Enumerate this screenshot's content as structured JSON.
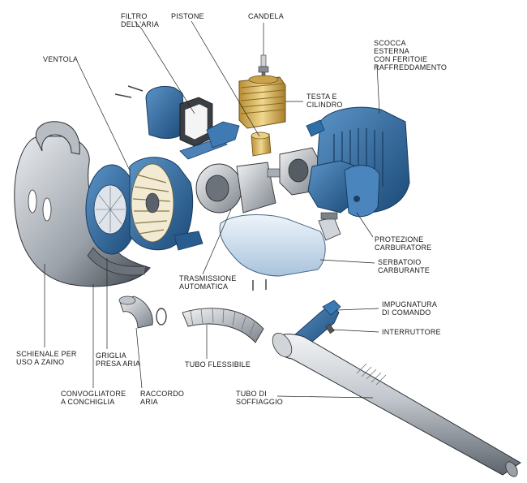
{
  "labels": {
    "filtro": [
      "FILTRO",
      "DELL'ARIA"
    ],
    "pistone": [
      "PISTONE"
    ],
    "candela": [
      "CANDELA"
    ],
    "scocca": [
      "SCOCCA",
      "ESTERNA",
      "CON FERITOIE",
      "RAFFREDDAMENTO"
    ],
    "ventola": [
      "VENTOLA"
    ],
    "testa": [
      "TESTA E",
      "CILINDRO"
    ],
    "protezione": [
      "PROTEZIONE",
      "CARBURATORE"
    ],
    "serbatoio": [
      "SERBATOIO",
      "CARBURANTE"
    ],
    "trasmissione": [
      "TRASMISSIONE",
      "AUTOMATICA"
    ],
    "impugnatura": [
      "IMPUGNATURA",
      "DI COMANDO"
    ],
    "interruttore": [
      "INTERRUTTORE"
    ],
    "schienale": [
      "SCHIENALE PER",
      "USO A ZAINO"
    ],
    "griglia": [
      "GRIGLIA",
      "PRESA ARIA"
    ],
    "tubo_flessibile": [
      "TUBO FLESSIBILE"
    ],
    "convogliatore": [
      "CONVOGLIATORE",
      "A CONCHIGLIA"
    ],
    "raccordo": [
      "RACCORDO",
      "ARIA"
    ],
    "tubo_soffiaggio": [
      "TUBO DI",
      "SOFFIAGGIO"
    ]
  },
  "colors": {
    "blue": "#2f6fa8",
    "blue_dark": "#1e4f7e",
    "grey_light": "#d9dde2",
    "grey": "#a9b0b8",
    "grey_dark": "#5a616a",
    "gold": "#d7b45a",
    "tank": "#d6e4f2"
  }
}
